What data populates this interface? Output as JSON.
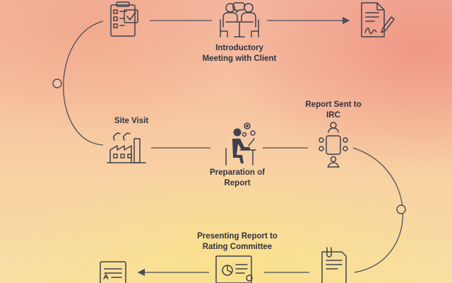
{
  "steps": {
    "introductory_meeting": {
      "line1": "Introductory",
      "line2": "Meeting with Client"
    },
    "site_visit": {
      "line1": "Site Visit"
    },
    "preparation_of_report": {
      "line1": "Preparation of",
      "line2": "Report"
    },
    "report_sent_to_irc": {
      "line1": "Report Sent to",
      "line2": "IRC"
    },
    "presenting_report": {
      "line1": "Presenting Report to",
      "line2": "Rating Committee"
    }
  },
  "icons": {
    "checklist": "clipboard-checklist-icon",
    "meeting": "meeting-people-icon",
    "contract": "signed-document-icon",
    "factory": "factory-icon",
    "worker": "person-at-desk-gears-icon",
    "conference": "conference-table-icon",
    "report": "clipped-report-icon",
    "presentation": "presentation-board-icon",
    "rating_list": "rating-list-icon"
  },
  "colors": {
    "line": "#4a4e5a",
    "icon": "#3d4250",
    "text": "#2f3340"
  }
}
